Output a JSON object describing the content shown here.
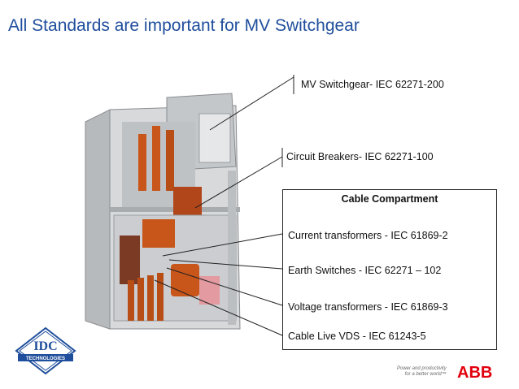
{
  "title": "All Standards are important for MV Switchgear",
  "labels": {
    "switchgear": "MV Switchgear- IEC 62271-200",
    "breakers": "Circuit Breakers- IEC 62271-100"
  },
  "compartment": {
    "title": "Cable Compartment",
    "items": [
      "Current transformers - IEC 61869-2",
      "Earth Switches - IEC 62271 – 102",
      "Voltage transformers - IEC 61869-3",
      "Cable Live VDS - IEC 61243-5"
    ]
  },
  "logo_idc": {
    "top": "IDC",
    "bottom": "TECHNOLOGIES"
  },
  "abb": {
    "tagline_1": "Power and productivity",
    "tagline_2": "for a better world™",
    "brand": "ABB",
    "brand_color": "#e1000f"
  },
  "colors": {
    "title": "#1f4e9c",
    "busbar": "#c8561a"
  }
}
